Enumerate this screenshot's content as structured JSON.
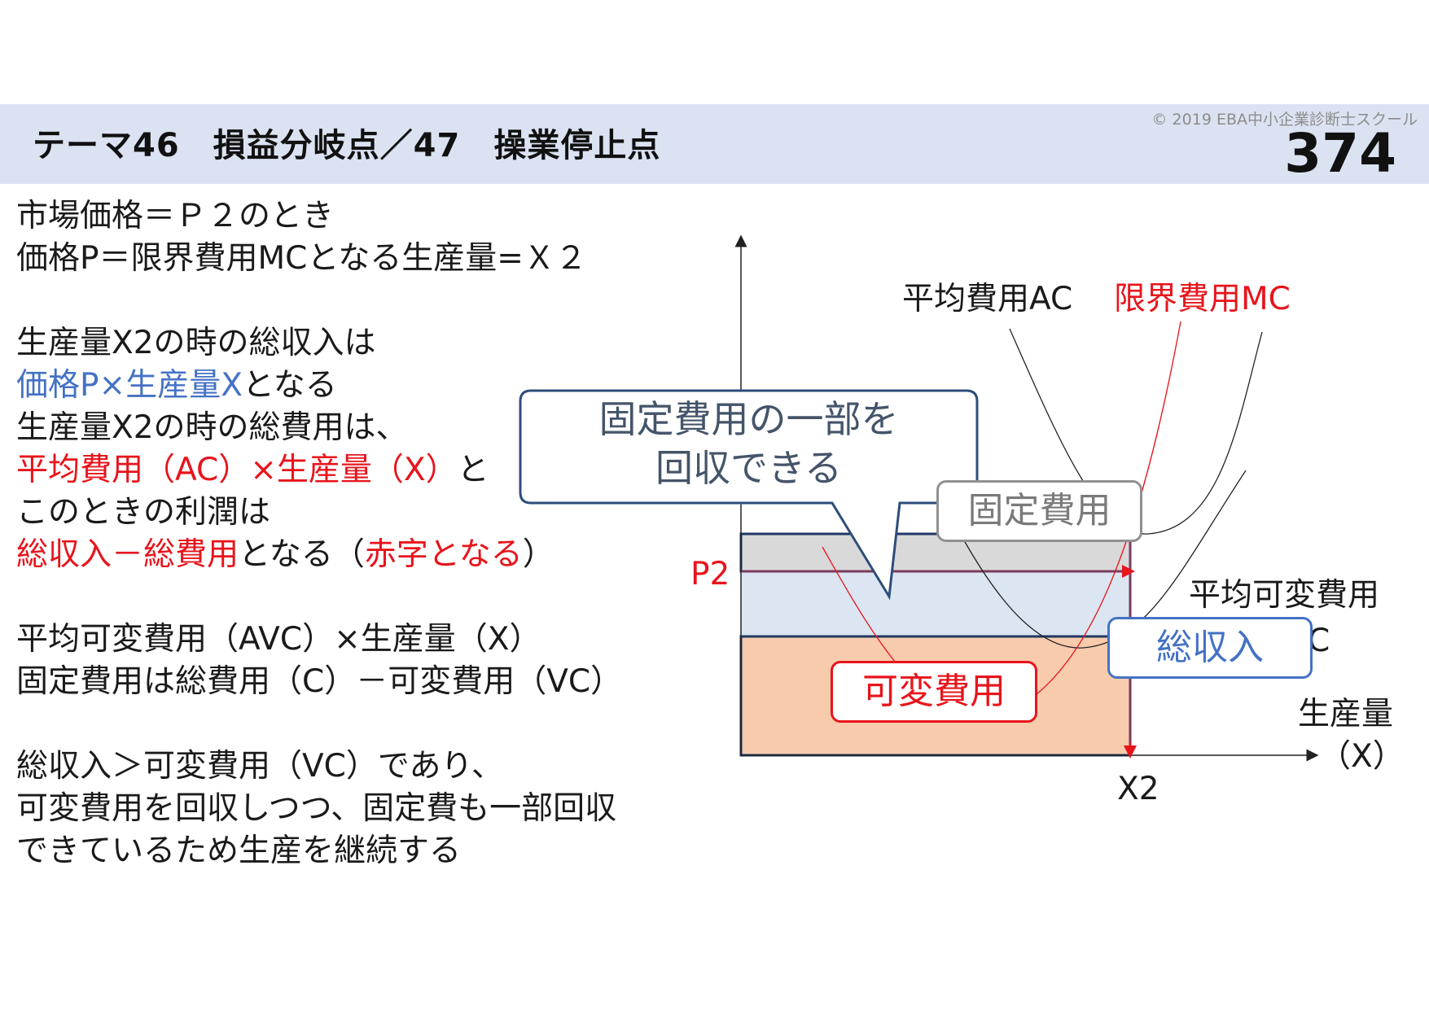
{
  "header": {
    "title": "テーマ46　損益分岐点／47　操業停止点",
    "copyright": "© 2019 EBA中小企業診断士スクール",
    "page_number": "374"
  },
  "text": {
    "l1": "市場価格＝Ｐ２のとき",
    "l2": "価格P＝限界費用MCとなる生産量=Ｘ２",
    "l3": "生産量X2の時の総収入は",
    "l4a": "価格P×生産量X",
    "l4b": "となる",
    "l5": "生産量X2の時の総費用は、",
    "l6a": "平均費用（AC）×生産量（X）",
    "l6b": "と",
    "l7": "このときの利潤は",
    "l8a": "総収入－総費用",
    "l8b": "となる（",
    "l8c": "赤字となる",
    "l8d": "）",
    "l9": "平均可変費用（AVC）×生産量（X）",
    "l10": "固定費用は総費用（C）－可変費用（VC）",
    "l11": "総収入＞可変費用（VC）であり、",
    "l12": "可変費用を回収しつつ、固定費も一部回収",
    "l13": "できているため生産を継続する"
  },
  "diagram": {
    "label_ac": "平均費用AC",
    "label_mc": "限界費用MC",
    "label_avc": "平均可変費用",
    "label_avc_tail": "C",
    "label_p2": "P2",
    "label_x2": "X2",
    "axis_x_label_1": "生産量",
    "axis_x_label_2": "（X）",
    "box_fixed_cost": "固定費用",
    "box_revenue": "総収入",
    "box_variable_cost": "可変費用",
    "callout_line1": "固定費用の一部を",
    "callout_line2": "回収できる",
    "colors": {
      "fixed_fill": "#d9d9d9",
      "revenue_fill": "#dce6f2",
      "variable_fill": "#f8cbad",
      "mc_line": "#e8141c",
      "callout_border": "#2e4d7b",
      "callout_text": "#44546a",
      "revenue_box": "#4472c4"
    }
  }
}
